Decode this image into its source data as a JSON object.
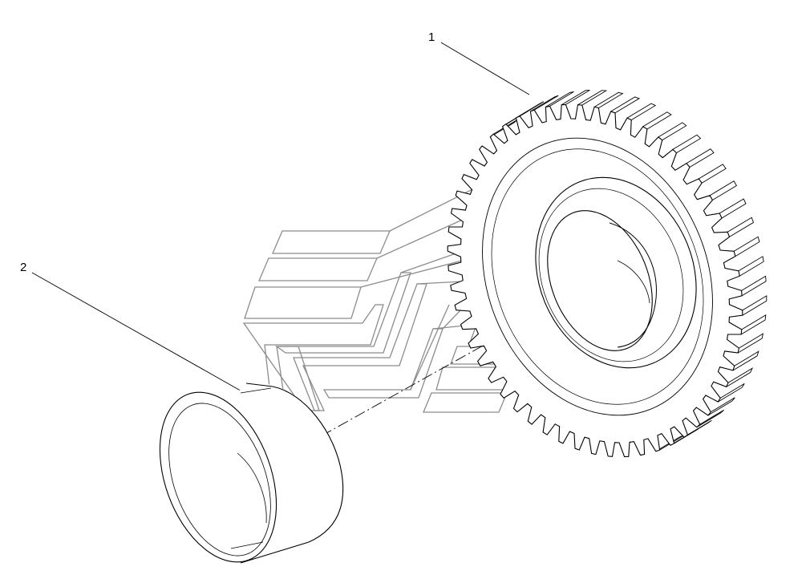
{
  "diagram": {
    "parts": [
      {
        "callout": "1",
        "name": "gear"
      },
      {
        "callout": "2",
        "name": "bushing"
      }
    ],
    "colors": {
      "line": "#000000",
      "watermark": "#8c8c8c",
      "background": "#ffffff"
    }
  }
}
